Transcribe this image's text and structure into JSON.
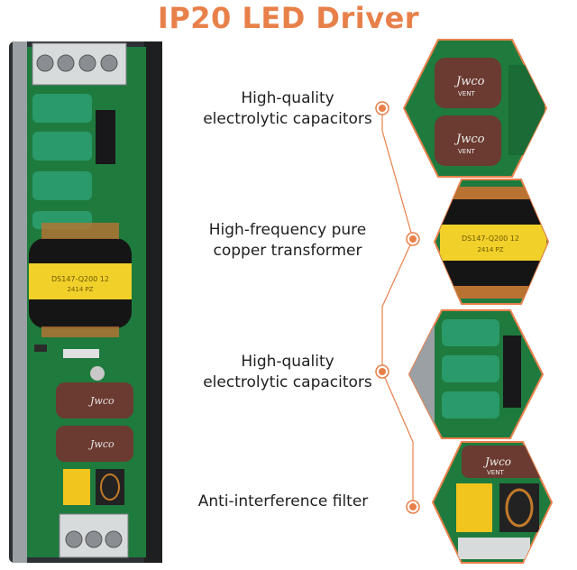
{
  "title": "IP20 LED Driver",
  "colors": {
    "accent": "#e8804a",
    "pcb_green": "#1f7a3e",
    "housing": "#3a3d40",
    "capacitor": "#6b3a30",
    "transformer_yellow": "#f2d02a"
  },
  "callouts": [
    {
      "lines": [
        "High-quality",
        "electrolytic capacitors"
      ]
    },
    {
      "lines": [
        "High-frequency pure",
        "copper transformer"
      ]
    },
    {
      "lines": [
        "High-quality",
        "electrolytic capacitors"
      ]
    },
    {
      "lines": [
        "Anti-interference filter"
      ]
    }
  ],
  "labels": {
    "capacitor_brand": "Jwco",
    "capacitor_vent": "VENT",
    "transformer_code": "DS147-Q200 12",
    "transformer_sub": "2414   PZ"
  }
}
